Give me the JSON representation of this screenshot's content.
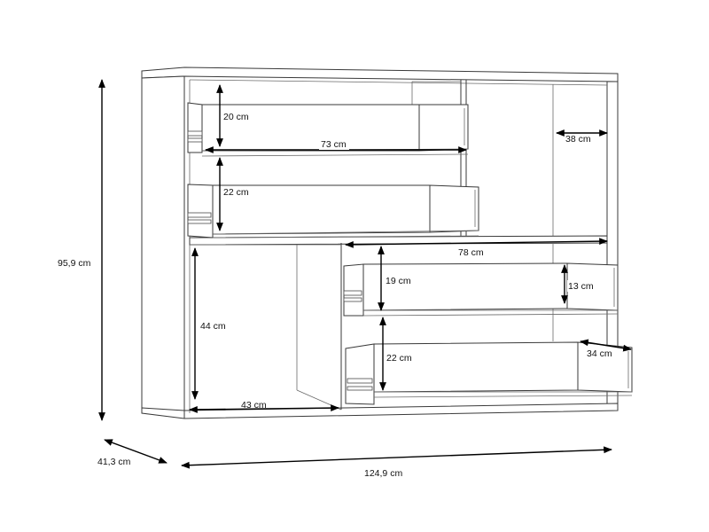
{
  "dimensions": {
    "height": "95,9 cm",
    "depth": "41,3 cm",
    "width": "124,9 cm",
    "drawer_top_height": "20 cm",
    "drawer_top_inner_width": "73 cm",
    "open_shelf_depth": "38 cm",
    "drawer_second_height": "22 cm",
    "right_section_width": "78 cm",
    "drawer_right_top_height": "19 cm",
    "drawer_right_top_side": "13 cm",
    "left_cabinet_height": "44 cm",
    "left_cabinet_width": "43 cm",
    "drawer_right_bottom_height": "22 cm",
    "drawer_right_bottom_depth": "34 cm"
  }
}
